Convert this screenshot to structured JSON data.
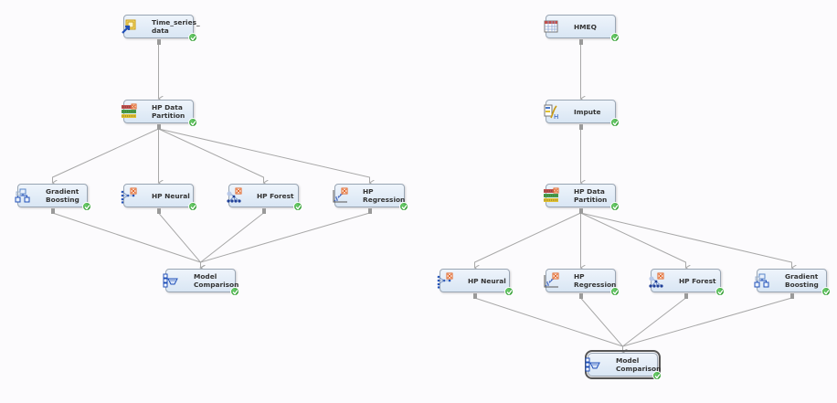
{
  "colors": {
    "background": "#fcfbfd",
    "node_fill": "#e3edf8",
    "node_border": "#9aa6b4",
    "link": "#a8a8a8",
    "status_ok": "#2a9a2a"
  },
  "diagrams": [
    {
      "name": "left-flow",
      "nodes": [
        {
          "id": "L1",
          "label": "Time_series_\ndata",
          "icon": "data-source-icon",
          "status": "completed"
        },
        {
          "id": "L2",
          "label": "HP Data\nPartition",
          "icon": "data-partition-icon",
          "status": "completed"
        },
        {
          "id": "L3",
          "label": "Gradient\nBoosting",
          "icon": "gradient-boosting-icon",
          "status": "completed"
        },
        {
          "id": "L4",
          "label": "HP Neural",
          "icon": "neural-network-icon",
          "status": "completed"
        },
        {
          "id": "L5",
          "label": "HP Forest",
          "icon": "forest-icon",
          "status": "completed"
        },
        {
          "id": "L6",
          "label": "HP Regression",
          "icon": "regression-icon",
          "status": "completed"
        },
        {
          "id": "L7",
          "label": "Model\nComparison",
          "icon": "model-comparison-icon",
          "status": "completed"
        }
      ],
      "links": [
        [
          "L1",
          "L2"
        ],
        [
          "L2",
          "L3"
        ],
        [
          "L2",
          "L4"
        ],
        [
          "L2",
          "L5"
        ],
        [
          "L2",
          "L6"
        ],
        [
          "L3",
          "L7"
        ],
        [
          "L4",
          "L7"
        ],
        [
          "L5",
          "L7"
        ],
        [
          "L6",
          "L7"
        ]
      ]
    },
    {
      "name": "right-flow",
      "nodes": [
        {
          "id": "R1",
          "label": "HMEQ",
          "icon": "data-table-icon",
          "status": "completed"
        },
        {
          "id": "R2",
          "label": "Impute",
          "icon": "impute-icon",
          "status": "completed"
        },
        {
          "id": "R3",
          "label": "HP Data\nPartition",
          "icon": "data-partition-icon",
          "status": "completed"
        },
        {
          "id": "R4",
          "label": "HP Neural",
          "icon": "neural-network-icon",
          "status": "completed"
        },
        {
          "id": "R5",
          "label": "HP Regression",
          "icon": "regression-icon",
          "status": "completed"
        },
        {
          "id": "R6",
          "label": "HP Forest",
          "icon": "forest-icon",
          "status": "completed"
        },
        {
          "id": "R7",
          "label": "Gradient\nBoosting",
          "icon": "gradient-boosting-icon",
          "status": "completed"
        },
        {
          "id": "R8",
          "label": "Model\nComparison",
          "icon": "model-comparison-icon",
          "status": "completed",
          "selected": true
        }
      ],
      "links": [
        [
          "R1",
          "R2"
        ],
        [
          "R2",
          "R3"
        ],
        [
          "R3",
          "R4"
        ],
        [
          "R3",
          "R5"
        ],
        [
          "R3",
          "R6"
        ],
        [
          "R3",
          "R7"
        ],
        [
          "R4",
          "R8"
        ],
        [
          "R5",
          "R8"
        ],
        [
          "R6",
          "R8"
        ],
        [
          "R7",
          "R8"
        ]
      ]
    }
  ]
}
